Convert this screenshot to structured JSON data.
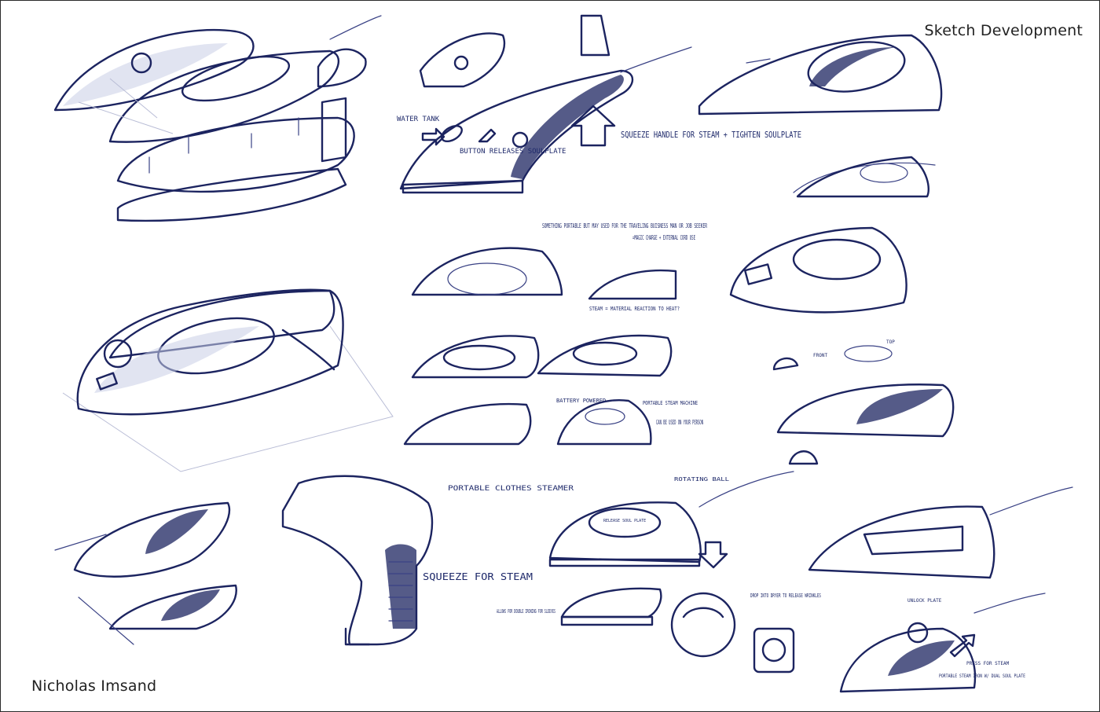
{
  "sheet": {
    "title": "Sketch Development",
    "author": "Nicholas Imsand"
  },
  "annotations": {
    "water_tank": "WATER TANK",
    "button_releases": "BUTTON RELEASES SOULPLATE",
    "squeeze_handle": "SQUEEZE HANDLE FOR STEAM + TIGHTEN SOULPLATE",
    "something_portable": "Something portable but may used for the traveling buisness man or job seeker",
    "magic_charge": "=MAGIC CHARGE + EXTERNAL CORD USE",
    "steam_material": "STEAM = MATERIAL REACTION TO HEAT?",
    "front": "FRONT",
    "top": "TOP",
    "battery_powered": "BATTERY POWERED",
    "portable_steam_machine": "PORTABLE STEAM MACHINE",
    "can_be_used": "CAN BE USED ON YOUR PERSON",
    "portable_clothes_steamer": "PORTABLE CLOTHES STEAMER",
    "squeeze_for_steam": "SQUEEZE FOR STEAM",
    "rotating_ball": "ROTATING BALL",
    "release_soul_plate": "RELEASE SOUL PLATE",
    "allows_double": "ALLOWS FOR DOUBLE IRONING FOR SLEEVES",
    "drop_into_dryer": "DROP INTO DRYER TO RELEASE WRINKLES",
    "unlock_plate": "UNLOCK PLATE",
    "press_for_steam": "PRESS FOR STEAM",
    "portable_steam_iron": "PORTABLE STEAM IRON W/ DUAL SOUL PLATE"
  }
}
